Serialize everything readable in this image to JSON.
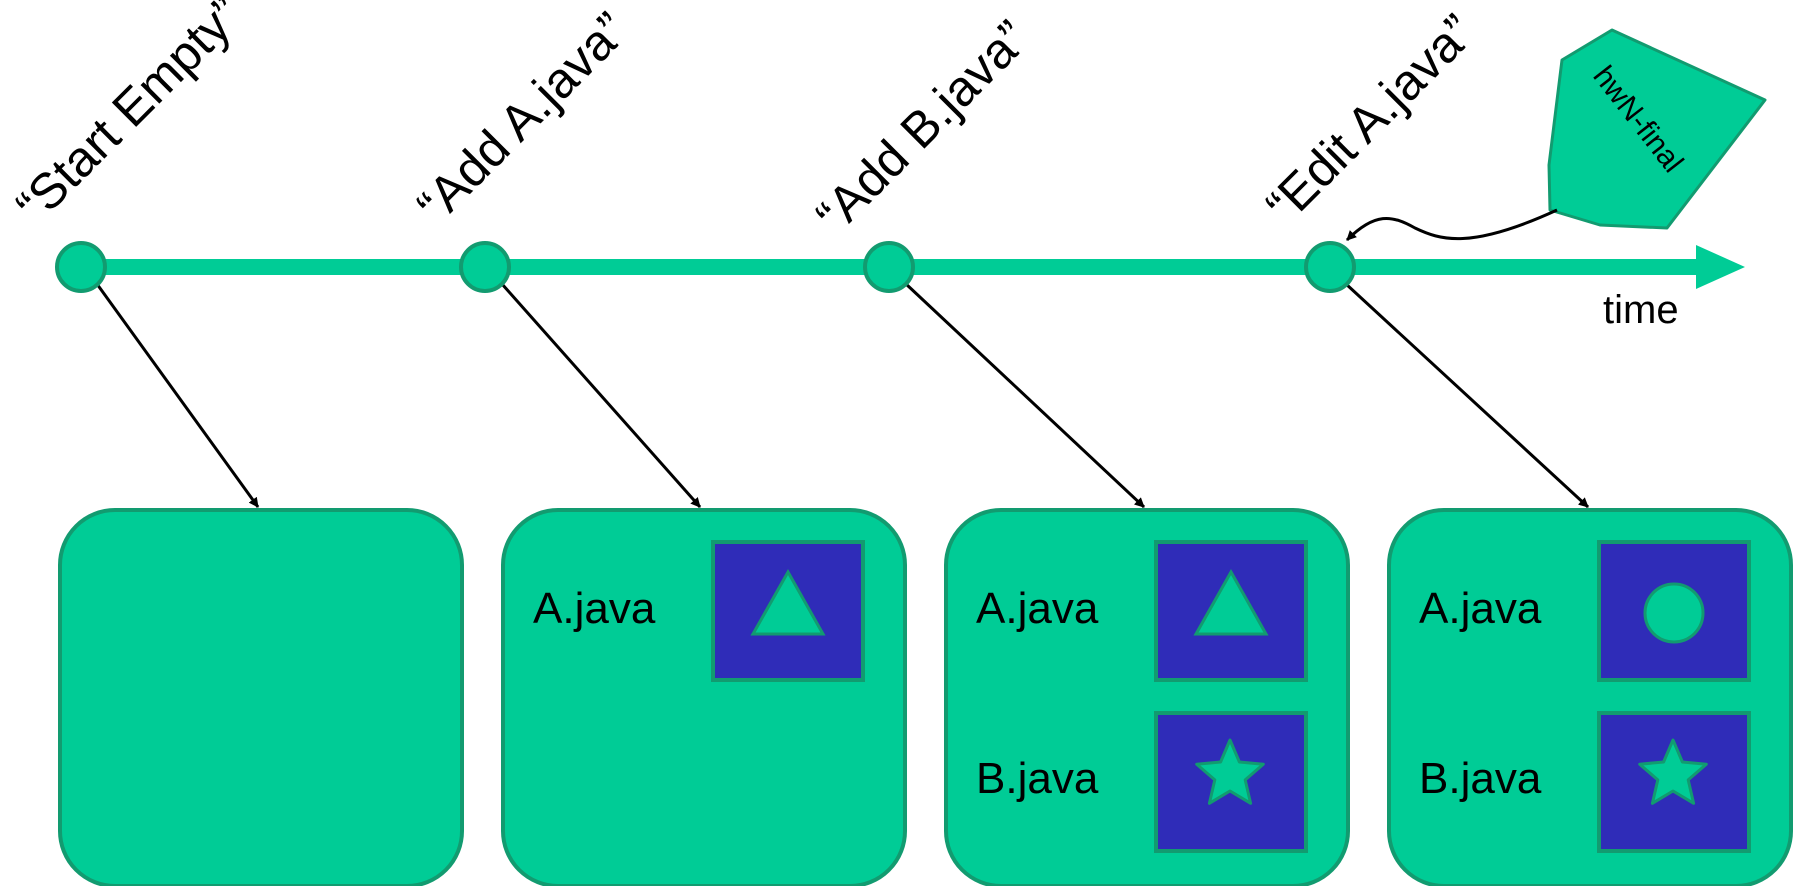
{
  "colors": {
    "green": "#00CC96",
    "green_stroke": "#129B70",
    "blue": "#2F2CB8",
    "arrow": "#000000"
  },
  "timeline": {
    "axis_label": "time",
    "commits": [
      {
        "label": "“Start Empty”"
      },
      {
        "label": "“Add A.java”"
      },
      {
        "label": "“Add B.java”"
      },
      {
        "label": "“Edit A.java”"
      }
    ]
  },
  "tag": {
    "label": "hwN-final"
  },
  "snapshots": [
    {
      "files": []
    },
    {
      "files": [
        {
          "name": "A.java",
          "icon": "triangle"
        }
      ]
    },
    {
      "files": [
        {
          "name": "A.java",
          "icon": "triangle"
        },
        {
          "name": "B.java",
          "icon": "star"
        }
      ]
    },
    {
      "files": [
        {
          "name": "A.java",
          "icon": "circle"
        },
        {
          "name": "B.java",
          "icon": "star"
        }
      ]
    }
  ]
}
